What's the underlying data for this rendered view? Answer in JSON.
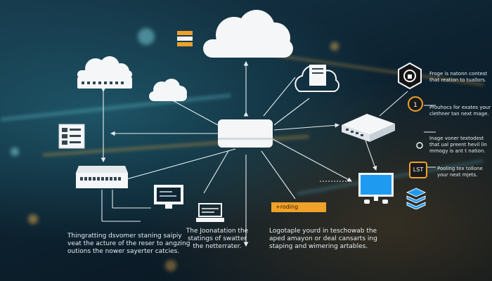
{
  "captions": {
    "bottom_left": [
      "Thingratting dsvomer staning saipiy",
      "veat the acture of the reser to angzing",
      "outions the nower sayerter catcies."
    ],
    "bottom_center": [
      "The Joonatation the",
      "statings of swatter",
      "the netterrater."
    ],
    "bottom_right": [
      "Logotaple yourd in teschowab the",
      "aped amayon or deal cansarts ing",
      "staping and wimering artables."
    ],
    "tag_label": "+roding",
    "right_1": [
      "Froge is natonn contest",
      "that reation to tuallors."
    ],
    "right_2": [
      "Prouhocs for exates your",
      "clethner tan next mage."
    ],
    "right_3": [
      "Inage voner textodest",
      "that ual preent hevil lin",
      "mmogy is ant t nation."
    ],
    "right_4": [
      "Pooling tex tollone",
      "your next mjets."
    ],
    "badge_1": "1",
    "badge_lst": "LST"
  },
  "colors": {
    "accent": "#f0a12a",
    "line": "#e6eef3",
    "screen": "#1e9bf0",
    "device": "#f4f6f8"
  }
}
